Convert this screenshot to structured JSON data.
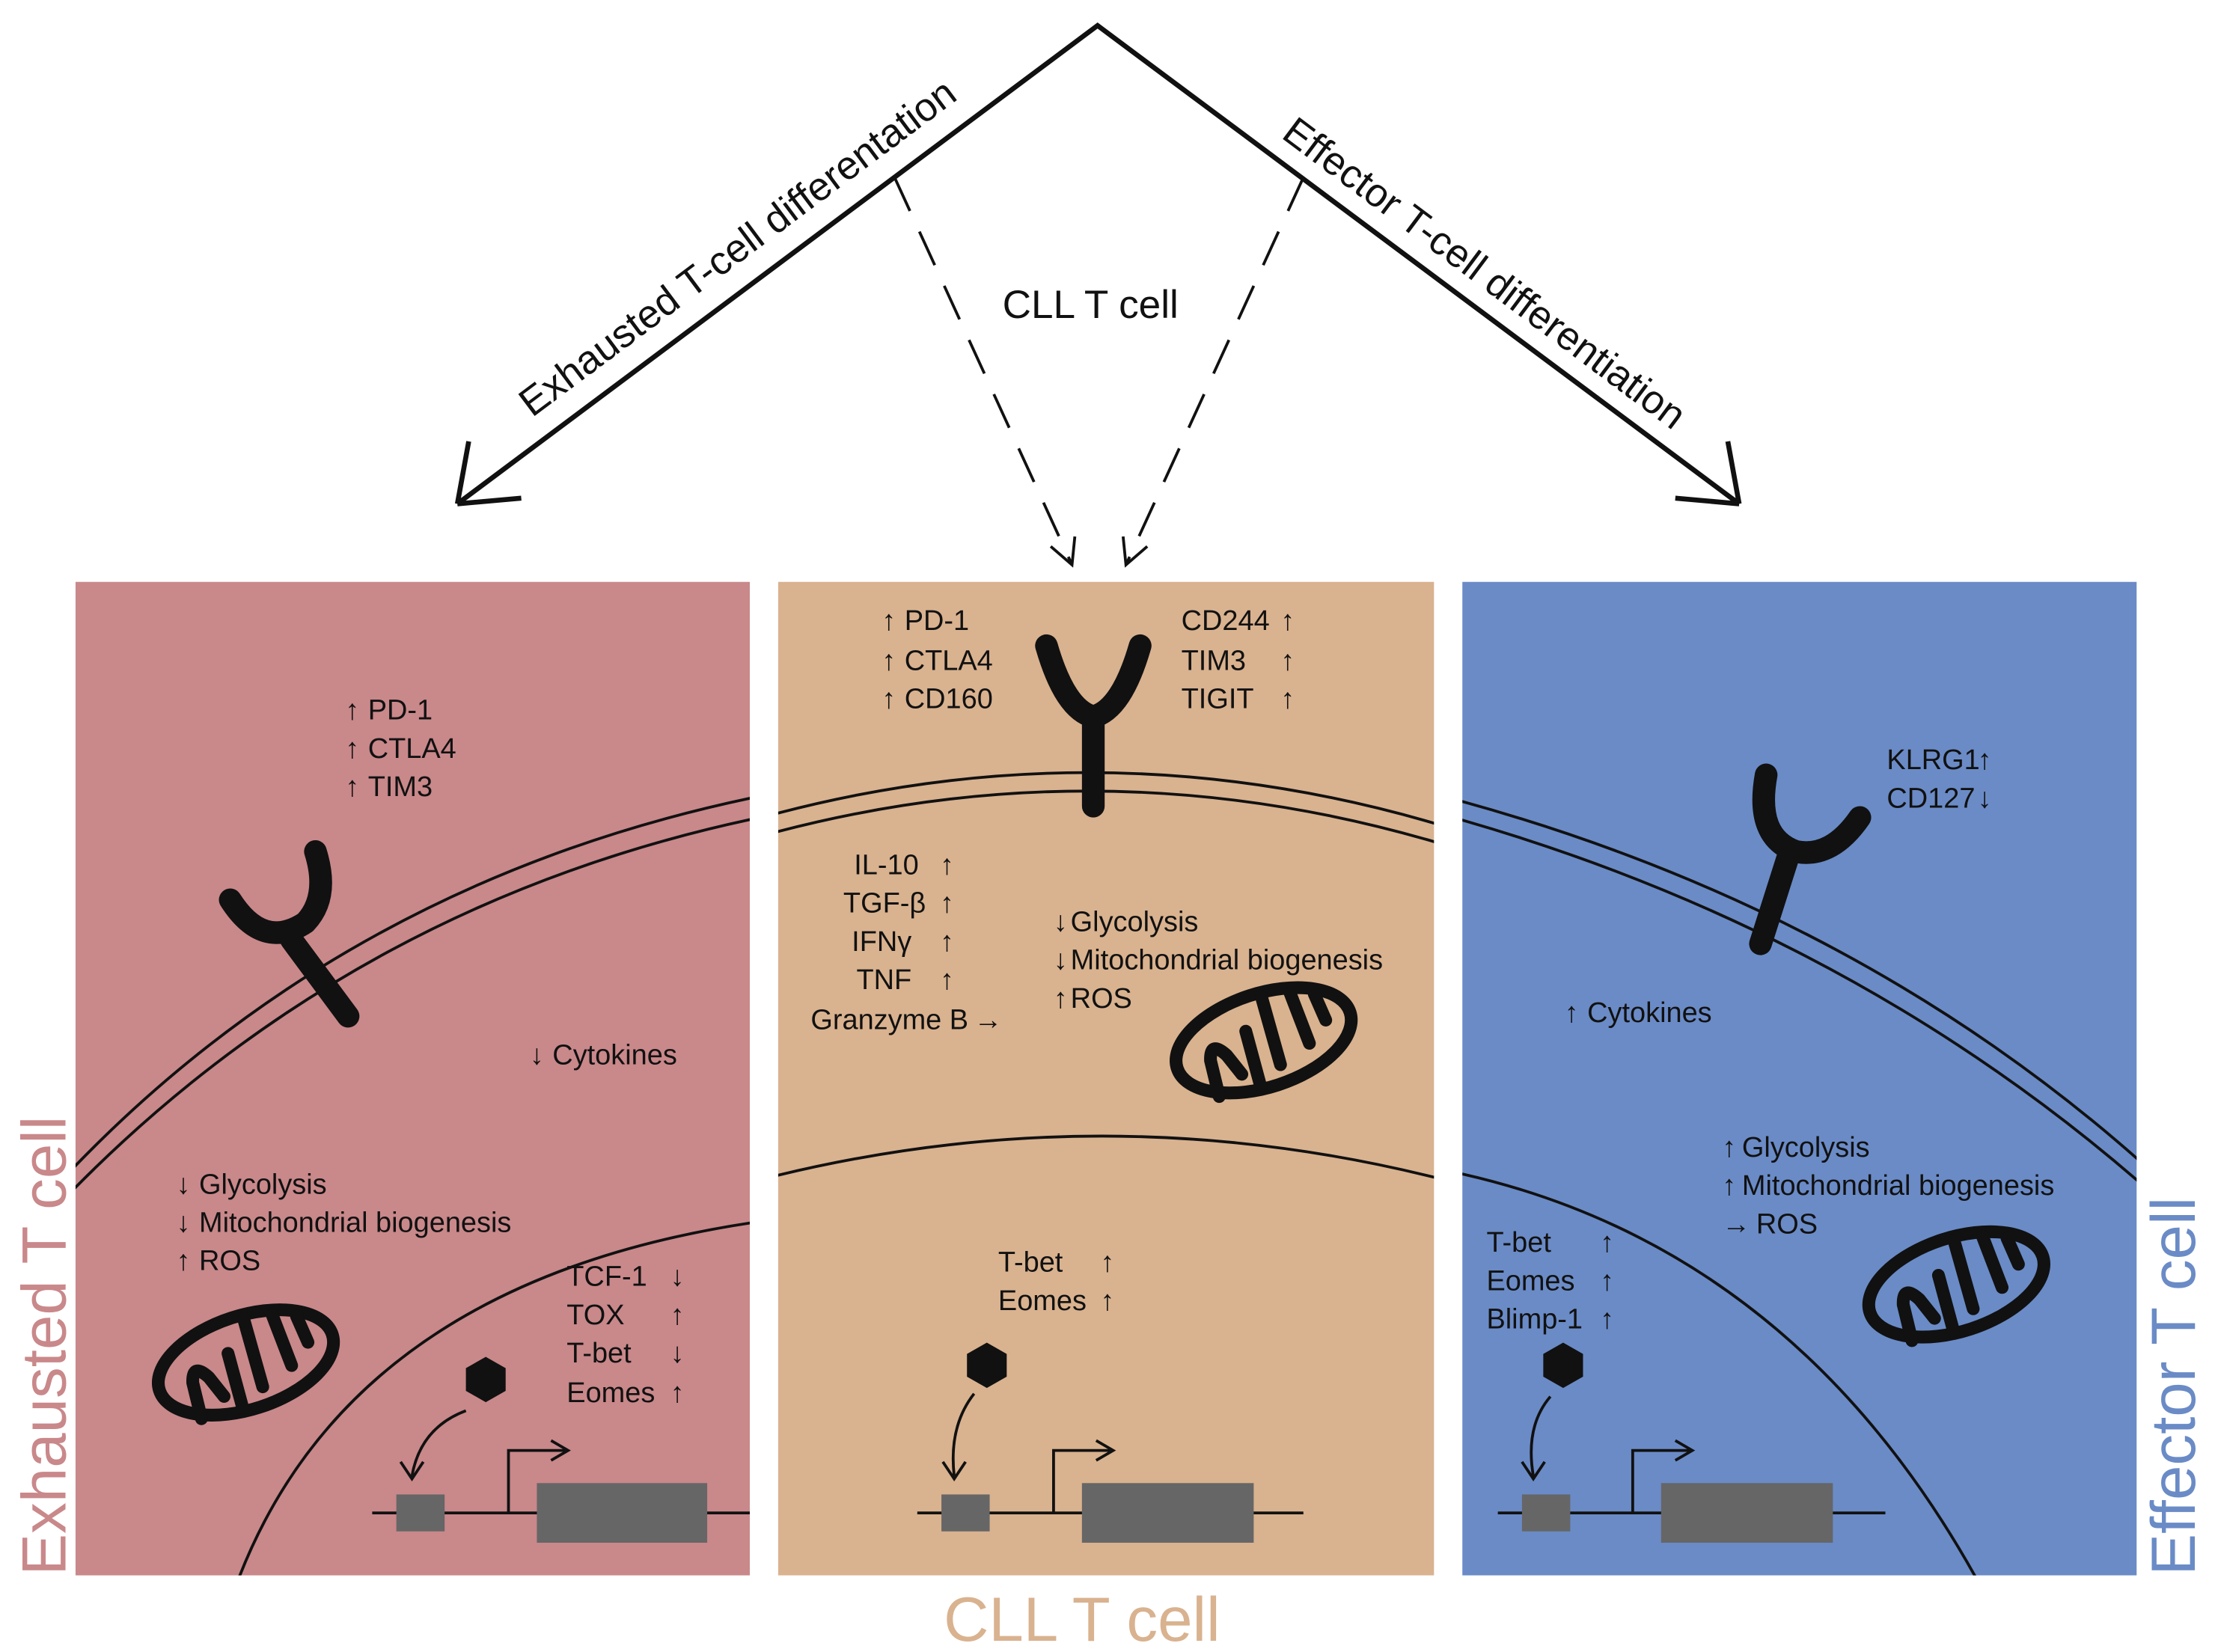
{
  "top": {
    "left_arrow_label": "Exhausted T-cell differentation",
    "right_arrow_label": "Effector T-cell differentiation",
    "center_label": "CLL T cell"
  },
  "colors": {
    "exhausted": "#c9888a",
    "cll": "#d9b28f",
    "effector": "#6a8bc6"
  },
  "exhausted": {
    "title": "Exhausted T cell",
    "receptors": [
      {
        "arrow": "↑",
        "label": "PD-1"
      },
      {
        "arrow": "↑",
        "label": "CTLA4"
      },
      {
        "arrow": "↑",
        "label": "TIM3"
      }
    ],
    "cytokines": {
      "arrow": "↓",
      "label": "Cytokines"
    },
    "metabolism": [
      {
        "arrow": "↓",
        "label": "Glycolysis"
      },
      {
        "arrow": "↓",
        "label": "Mitochondrial biogenesis"
      },
      {
        "arrow": "↑",
        "label": "ROS"
      }
    ],
    "tfs": [
      {
        "label": "TCF-1",
        "arrow": "↓"
      },
      {
        "label": "TOX",
        "arrow": "↑"
      },
      {
        "label": "T-bet",
        "arrow": "↓"
      },
      {
        "label": "Eomes",
        "arrow": "↑"
      }
    ]
  },
  "cll": {
    "title": "CLL T cell",
    "receptors_left": [
      {
        "arrow": "↑",
        "label": "PD-1"
      },
      {
        "arrow": "↑",
        "label": "CTLA4"
      },
      {
        "arrow": "↑",
        "label": "CD160"
      }
    ],
    "receptors_right": [
      {
        "label": "CD244",
        "arrow": "↑"
      },
      {
        "label": "TIM3",
        "arrow": "↑"
      },
      {
        "label": "TIGIT",
        "arrow": "↑"
      }
    ],
    "cytokines": [
      {
        "label": "IL-10",
        "arrow": "↑"
      },
      {
        "label": "TGF-β",
        "arrow": "↑"
      },
      {
        "label": "IFNγ",
        "arrow": "↑"
      },
      {
        "label": "TNF",
        "arrow": "↑"
      },
      {
        "label": "Granzyme B",
        "arrow": "→"
      }
    ],
    "metabolism": [
      {
        "arrow": "↓",
        "label": "Glycolysis"
      },
      {
        "arrow": "↓",
        "label": "Mitochondrial biogenesis"
      },
      {
        "arrow": "↑",
        "label": "ROS"
      }
    ],
    "tfs": [
      {
        "label": "T-bet",
        "arrow": "↑"
      },
      {
        "label": "Eomes",
        "arrow": "↑"
      }
    ]
  },
  "effector": {
    "title": "Effector T cell",
    "receptors": [
      {
        "label": "KLRG1",
        "arrow": "↑"
      },
      {
        "label": "CD127",
        "arrow": "↓"
      }
    ],
    "cytokines": {
      "arrow": "↑",
      "label": "Cytokines"
    },
    "metabolism": [
      {
        "arrow": "↑",
        "label": "Glycolysis"
      },
      {
        "arrow": "↑",
        "label": "Mitochondrial biogenesis"
      },
      {
        "arrow": "→",
        "label": "ROS"
      }
    ],
    "tfs": [
      {
        "label": "T-bet",
        "arrow": "↑"
      },
      {
        "label": "Eomes",
        "arrow": "↑"
      },
      {
        "label": "Blimp-1",
        "arrow": "↑"
      }
    ]
  }
}
